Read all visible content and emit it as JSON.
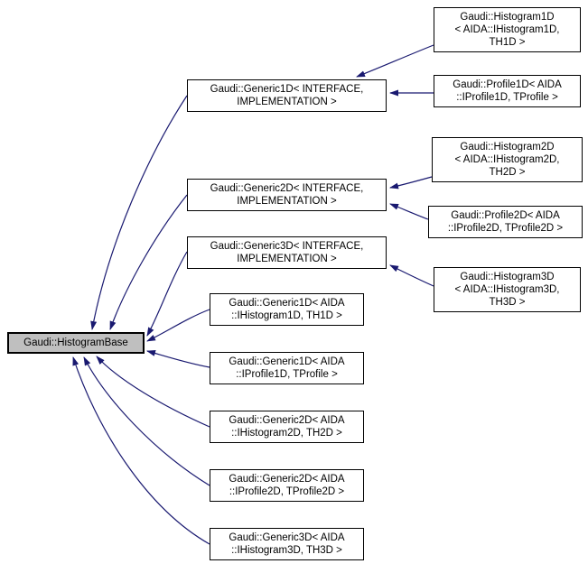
{
  "colors": {
    "arrow": "#191970",
    "root_fill": "#bfbfbf",
    "node_fill": "#ffffff",
    "border": "#000000"
  },
  "nodes": {
    "histogram_base": {
      "label": "Gaudi::HistogramBase"
    },
    "generic1d": {
      "label": "Gaudi::Generic1D< INTERFACE,\nIMPLEMENTATION >"
    },
    "generic2d": {
      "label": "Gaudi::Generic2D< INTERFACE,\nIMPLEMENTATION >"
    },
    "generic3d": {
      "label": "Gaudi::Generic3D< INTERFACE,\nIMPLEMENTATION >"
    },
    "generic1d_hist": {
      "label": "Gaudi::Generic1D< AIDA\n::IHistogram1D, TH1D >"
    },
    "generic1d_prof": {
      "label": "Gaudi::Generic1D< AIDA\n::IProfile1D, TProfile >"
    },
    "generic2d_hist": {
      "label": "Gaudi::Generic2D< AIDA\n::IHistogram2D, TH2D >"
    },
    "generic2d_prof": {
      "label": "Gaudi::Generic2D< AIDA\n::IProfile2D, TProfile2D >"
    },
    "generic3d_hist": {
      "label": "Gaudi::Generic3D< AIDA\n::IHistogram3D, TH3D >"
    },
    "histogram1d": {
      "label": "Gaudi::Histogram1D\n< AIDA::IHistogram1D,\nTH1D >"
    },
    "profile1d": {
      "label": "Gaudi::Profile1D< AIDA\n::IProfile1D, TProfile >"
    },
    "histogram2d": {
      "label": "Gaudi::Histogram2D\n< AIDA::IHistogram2D,\nTH2D >"
    },
    "profile2d": {
      "label": "Gaudi::Profile2D< AIDA\n::IProfile2D, TProfile2D >"
    },
    "histogram3d": {
      "label": "Gaudi::Histogram3D\n< AIDA::IHistogram3D,\nTH3D >"
    }
  }
}
